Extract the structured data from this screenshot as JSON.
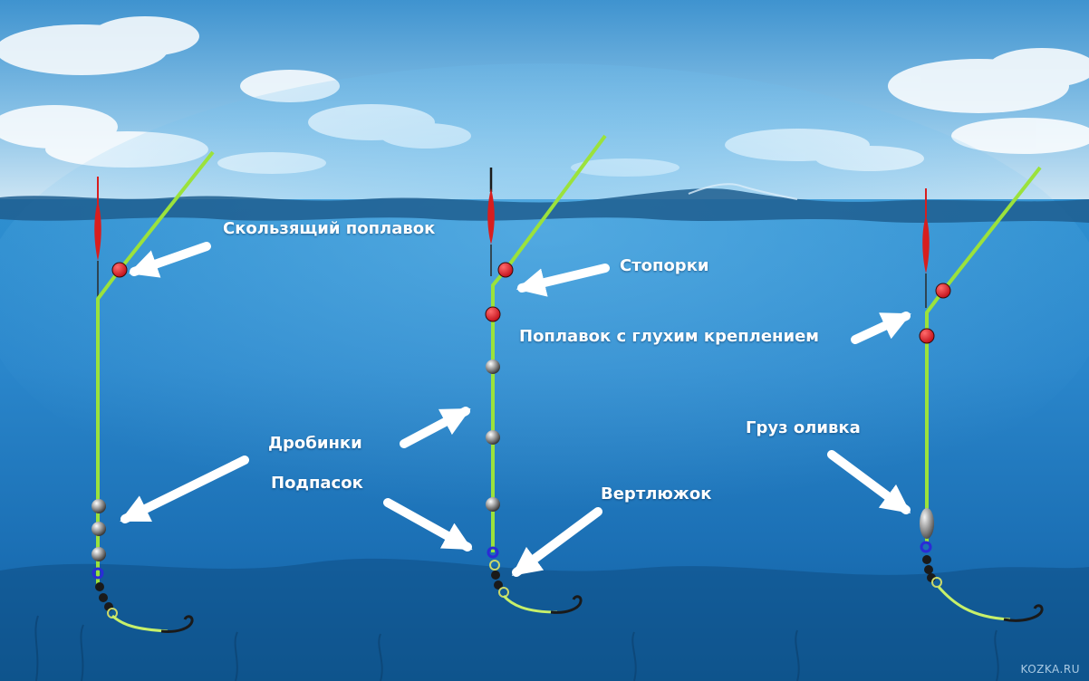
{
  "labels": {
    "sliding_float": "Скользящий поплавок",
    "stoppers": "Стопорки",
    "fixed_float": "Поплавок с глухим креплением",
    "shots": "Дробинки",
    "sub_shot": "Подпасок",
    "swivel": "Вертлюжок",
    "olive_weight": "Груз оливка"
  },
  "watermark": "KOZKA.RU",
  "colors": {
    "line": "#9be23c",
    "stopper": "#e8232d",
    "float": "#d81e1e",
    "arrow": "#ffffff",
    "swivel_ring": "#2b2bd6"
  }
}
